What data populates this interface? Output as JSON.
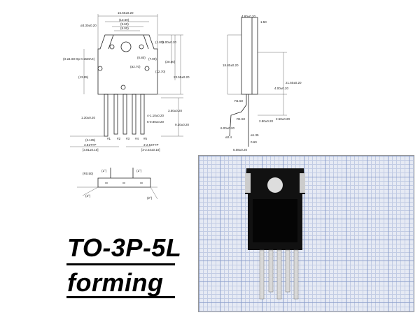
{
  "title": {
    "package": "TO-3P-5L",
    "subtitle": "forming"
  },
  "front_view": {
    "dims": [
      "15.60±0.20",
      "(13.60)",
      "(9.60)",
      "(8.00)",
      "ø3.30±0.20",
      "(3-ø1.60 Dp 0.15MAX)",
      "(1.80)",
      "5.00±0.20",
      "(0.80)",
      "(7.00)",
      "(ø2.70)",
      "(12.70)",
      "(20.00)",
      "23.50±0.20",
      "(13.95)",
      "1.30±0.20",
      "4-1.10±0.20",
      "5-0.80±0.20",
      "3.50±0.20",
      "9.30±0.20",
      "(2.135)",
      "3.81TYP",
      "[3.81±0.10]",
      "3-2.54TYP",
      "[3-2.54±0.10]"
    ],
    "pins": [
      "#1",
      "#2",
      "#3",
      "#4",
      "#5"
    ]
  },
  "side_view": {
    "dims": [
      "4.80±0.20",
      "1.50",
      "18.80±0.20",
      "21.50±0.20",
      "4.00±0.20",
      "R1.50",
      "R1.50",
      "2.80±0.20",
      "2.50±0.20",
      "6.00±0.20",
      "ø1.35",
      "ø2.4",
      "0.60",
      "5.08±0.20"
    ]
  },
  "bottom_view": {
    "dims": [
      "(R0.50)",
      "(1°)",
      "(1°)",
      "(2°)",
      "(2°)"
    ]
  }
}
